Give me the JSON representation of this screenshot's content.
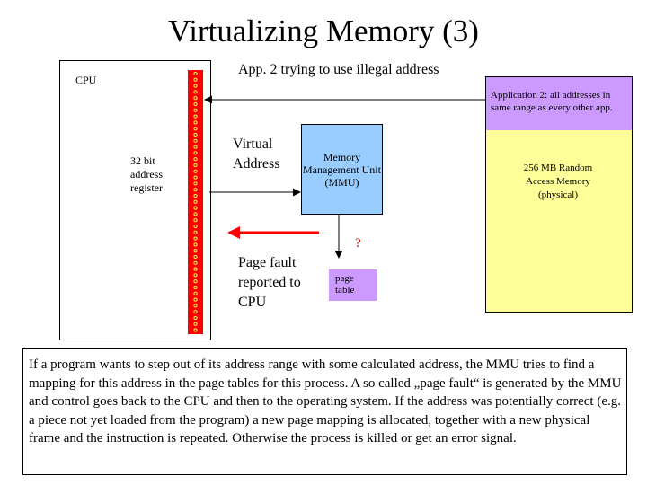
{
  "title": "Virtualizing Memory (3)",
  "cpu": {
    "label": "CPU",
    "register_label": "32 bit address register"
  },
  "app2_message": "App. 2 trying to use illegal address",
  "virtual_address_label": "Virtual Address",
  "mmu": {
    "label": "Memory Management Unit (MMU)"
  },
  "question_mark": "?",
  "page_table_label": "page table",
  "page_fault_message": "Page fault reported to CPU",
  "ram": {
    "app2_region_label": "Application 2: all addresses in same range as every other app.",
    "label": "256 MB Random Access Memory (physical)"
  },
  "explanation": "If a program wants to step out of its address range with some calculated address, the MMU tries to find a mapping for this address in the page tables for this process. A so called „page fault“ is generated by the MMU and control goes back to the CPU and then to the operating system. If the address was potentially correct (e.g. a piece not yet loaded from the program) a new page mapping is allocated, together with a new physical frame and the instruction is repeated. Otherwise the process is killed or get an error signal.",
  "colors": {
    "bus": "#ff0000",
    "mmu": "#99ccff",
    "page_table": "#cc99ff",
    "ram": "#ffff99",
    "app2_region": "#cc99ff",
    "fault_arrow": "#ff0000"
  }
}
